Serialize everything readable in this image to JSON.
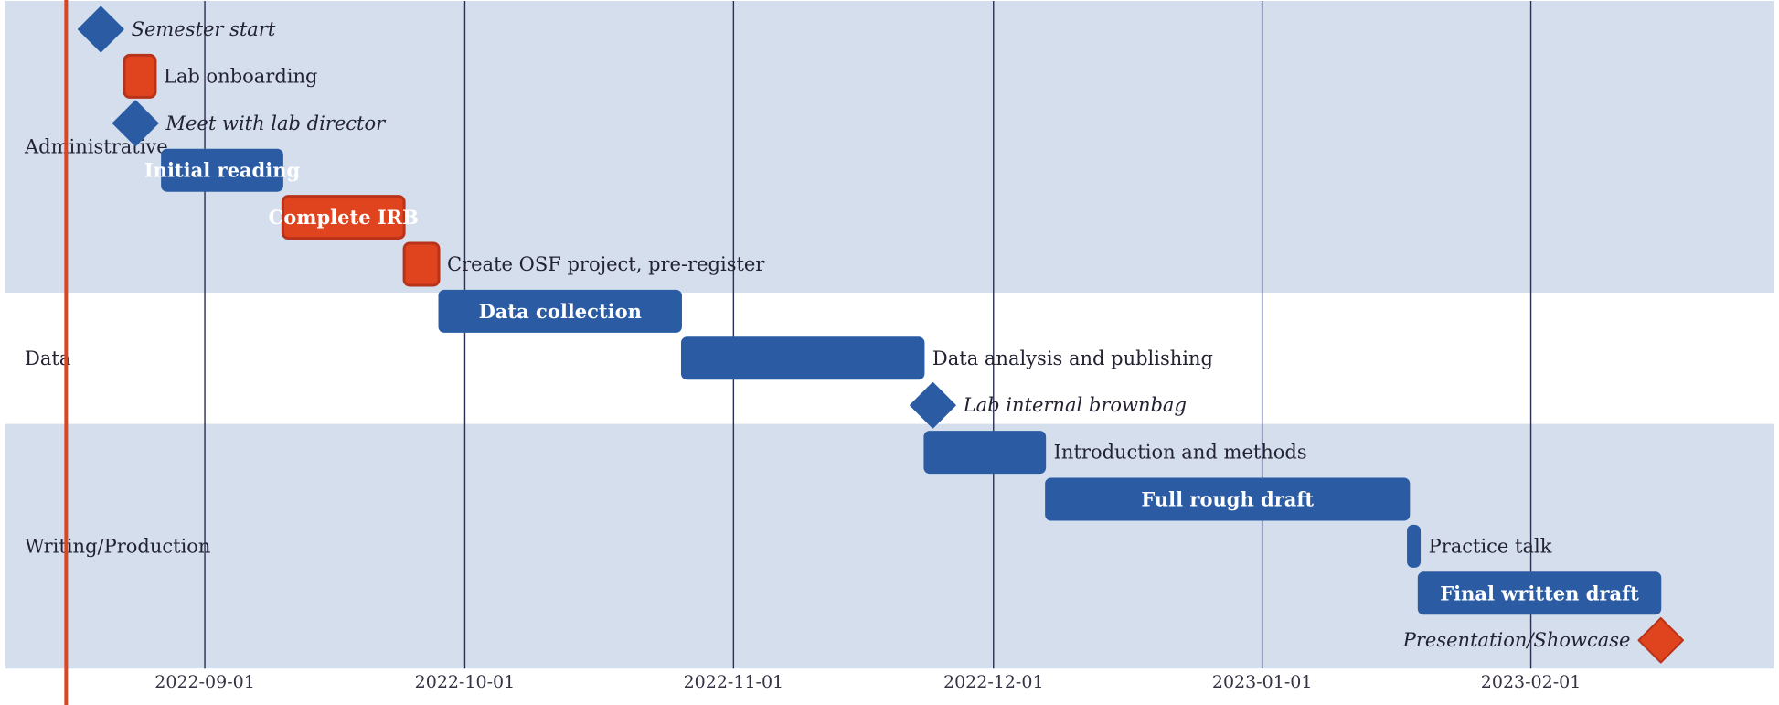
{
  "colors": {
    "band": "#d4deec",
    "task_blue": "#2b5ca3",
    "task_red": "#e0441f",
    "task_red_stroke": "#b8331a",
    "grid": "#2c3050",
    "today_line": "#e0441f"
  },
  "chart_data": {
    "type": "gantt",
    "x_axis": {
      "type": "date",
      "min": "2022-08-09",
      "max": "2023-03-01",
      "ticks": [
        "2022-09-01",
        "2022-10-01",
        "2022-11-01",
        "2022-12-01",
        "2023-01-01",
        "2023-02-01"
      ],
      "grid": true
    },
    "today": "2022-08-16",
    "groups": [
      {
        "name": "Administrative",
        "band": true,
        "tasks": [
          {
            "label": "Semester start",
            "type": "milestone",
            "start": "2022-08-20",
            "color": "blue",
            "label_pos": "right"
          },
          {
            "label": "Lab onboarding",
            "type": "task",
            "start": "2022-08-23",
            "end": "2022-08-26",
            "color": "red",
            "label_pos": "right"
          },
          {
            "label": "Meet with lab director",
            "type": "milestone",
            "start": "2022-08-24",
            "color": "blue",
            "label_pos": "right"
          },
          {
            "label": "Initial reading",
            "type": "task",
            "start": "2022-08-27",
            "end": "2022-09-10",
            "color": "blue",
            "label_pos": "inside"
          },
          {
            "label": "Complete IRB",
            "type": "task",
            "start": "2022-09-10",
            "end": "2022-09-24",
            "color": "red",
            "label_pos": "inside"
          },
          {
            "label": "Create OSF project, pre-register",
            "type": "task",
            "start": "2022-09-24",
            "end": "2022-09-28",
            "color": "red",
            "label_pos": "right"
          }
        ]
      },
      {
        "name": "Data",
        "band": false,
        "tasks": [
          {
            "label": "Data collection",
            "type": "task",
            "start": "2022-09-28",
            "end": "2022-10-26",
            "color": "blue",
            "label_pos": "inside"
          },
          {
            "label": "Data analysis and publishing",
            "type": "task",
            "start": "2022-10-26",
            "end": "2022-11-23",
            "color": "blue",
            "label_pos": "right"
          },
          {
            "label": "Lab internal brownbag",
            "type": "milestone",
            "start": "2022-11-24",
            "color": "blue",
            "label_pos": "right"
          }
        ]
      },
      {
        "name": "Writing/Production",
        "band": true,
        "tasks": [
          {
            "label": "Introduction and methods",
            "type": "task",
            "start": "2022-11-23",
            "end": "2022-12-07",
            "color": "blue",
            "label_pos": "right"
          },
          {
            "label": "Full rough draft",
            "type": "task",
            "start": "2022-12-07",
            "end": "2023-01-18",
            "color": "blue",
            "label_pos": "inside"
          },
          {
            "label": "Practice talk",
            "type": "task",
            "start": "2023-01-18",
            "end": "2023-01-19",
            "color": "blue",
            "label_pos": "right"
          },
          {
            "label": "Final written draft",
            "type": "task",
            "start": "2023-01-19",
            "end": "2023-02-16",
            "color": "blue",
            "label_pos": "inside"
          },
          {
            "label": "Presentation/Showcase",
            "type": "milestone",
            "start": "2023-02-16",
            "color": "red",
            "label_pos": "left"
          }
        ]
      }
    ]
  }
}
